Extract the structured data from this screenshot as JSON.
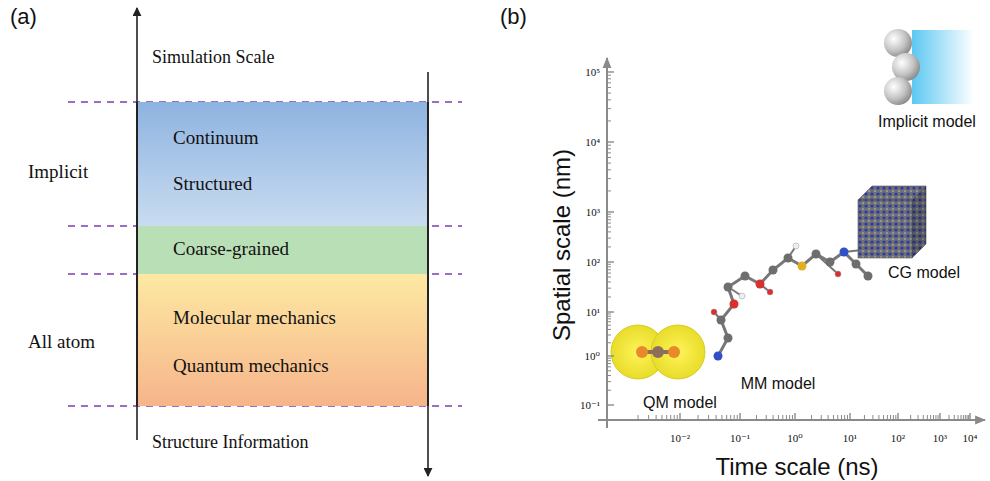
{
  "diagram": {
    "nodes": [
      {
        "text": [
          "Continuum",
          "Structured"
        ]
      },
      {
        "text": [
          "Coarse-grained"
        ]
      },
      {
        "text": [
          "Molecular mechanics",
          "Quantum mechanics"
        ]
      }
    ],
    "labels": [
      "(a)",
      "Simulation Scale",
      "Implicit",
      "All atom",
      "Structure Information",
      "(b)",
      "Spatial scale (nm)",
      "Time scale (ns)",
      "10⁵",
      "10⁴",
      "10³",
      "10²",
      "10¹",
      "10⁰",
      "10⁻¹",
      "10⁻²",
      "10⁻¹",
      "10⁰",
      "10¹",
      "10²",
      "10³",
      "10⁴",
      "QM model",
      "MM model",
      "CG model",
      "Implicit model"
    ]
  }
}
